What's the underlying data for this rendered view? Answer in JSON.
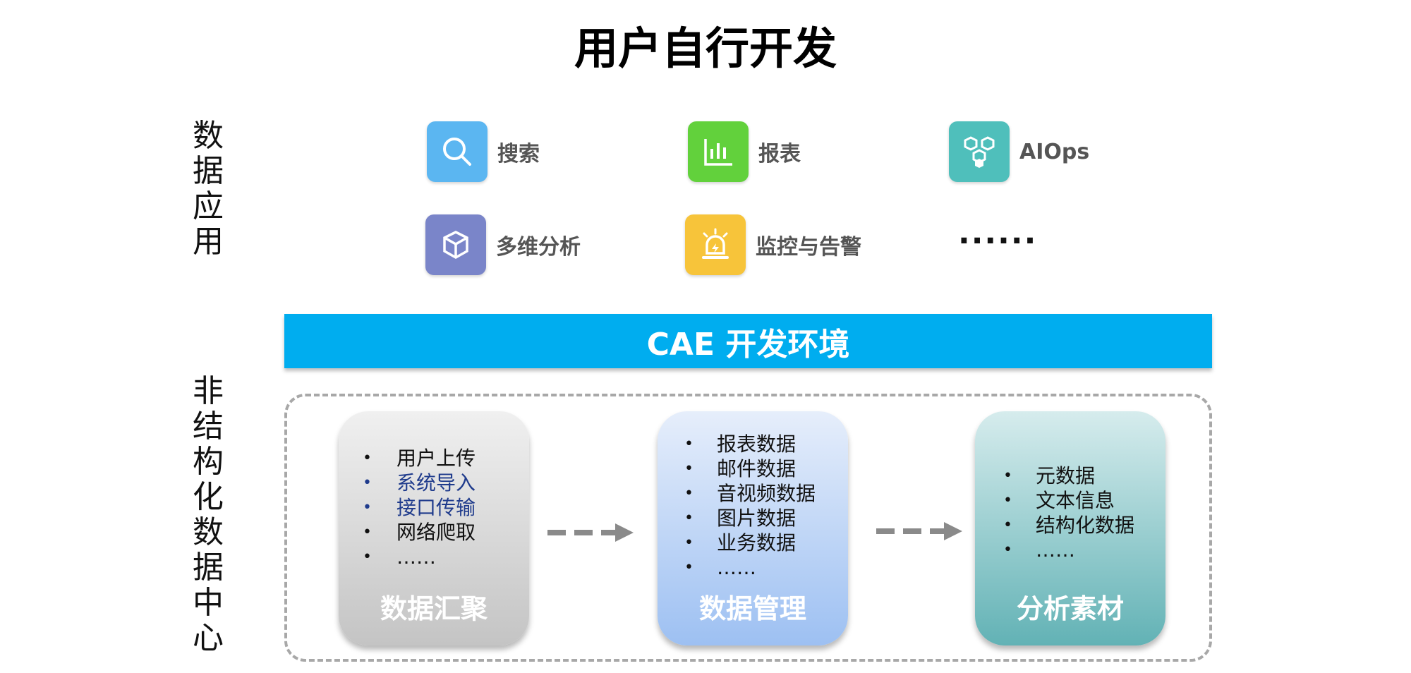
{
  "title": "用户自行开发",
  "sections": {
    "top_label": [
      "数",
      "据",
      "应",
      "用"
    ],
    "bottom_label": [
      "非",
      "结",
      "构",
      "化",
      "数",
      "据",
      "中",
      "心"
    ]
  },
  "apps": [
    {
      "label": "搜索",
      "icon": "search-icon",
      "color": "#5bb6f1"
    },
    {
      "label": "报表",
      "icon": "bar-chart-icon",
      "color": "#62d13c"
    },
    {
      "label": "AIOps",
      "icon": "hexagon-cluster-icon",
      "color": "#4fbfbb"
    },
    {
      "label": "多维分析",
      "icon": "cube-icon",
      "color": "#7a85c9"
    },
    {
      "label": "监控与告警",
      "icon": "alarm-light-icon",
      "color": "#f7c43a"
    },
    {
      "label": "······"
    }
  ],
  "env_bar": {
    "label": "CAE 开发环境",
    "color": "#00adef"
  },
  "pipeline": [
    {
      "title": "数据汇聚",
      "items": [
        "用户上传",
        "系统导入",
        "接口传输",
        "网络爬取",
        "……"
      ],
      "highlighted": [
        "系统导入",
        "接口传输"
      ]
    },
    {
      "title": "数据管理",
      "items": [
        "报表数据",
        "邮件数据",
        "音视频数据",
        "图片数据",
        "业务数据",
        "……"
      ]
    },
    {
      "title": "分析素材",
      "items": [
        "元数据",
        "文本信息",
        "结构化数据",
        "……"
      ]
    }
  ]
}
